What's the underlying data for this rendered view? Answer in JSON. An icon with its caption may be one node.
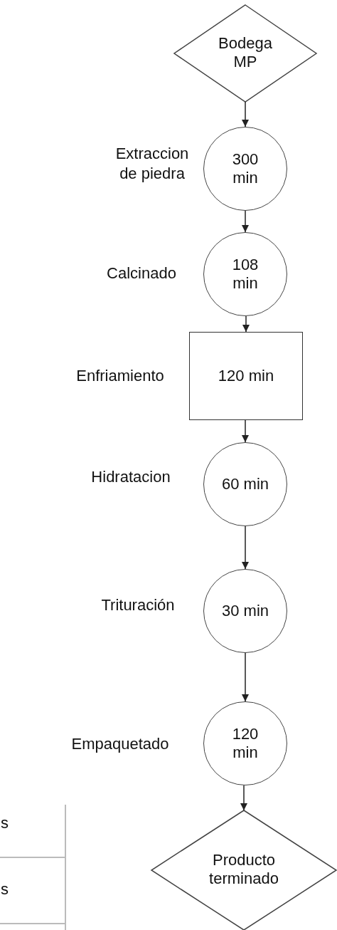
{
  "diagram": {
    "nodes": [
      {
        "text": [
          "Bodega MP"
        ]
      },
      {
        "text": [
          "300 min"
        ],
        "beside": [
          "Extraccion de piedra"
        ]
      },
      {
        "text": [
          "108 min"
        ],
        "beside": [
          "Calcinado"
        ]
      },
      {
        "text": [
          "120 min"
        ],
        "beside": [
          "Enfriamiento"
        ]
      },
      {
        "text": [
          "60 min"
        ],
        "beside": [
          "Hidratacion"
        ]
      },
      {
        "text": [
          "30 min"
        ],
        "beside": [
          "Trituración"
        ]
      },
      {
        "text": [
          "120 min"
        ],
        "beside": [
          "Empaquetado"
        ]
      },
      {
        "text": [
          "Producto terminado"
        ]
      }
    ],
    "edges": [
      {
        "from": 0,
        "to": 1,
        "arrow": "to"
      },
      {
        "from": 1,
        "to": 2,
        "arrow": "to"
      },
      {
        "from": 2,
        "to": 3,
        "arrow": "to"
      },
      {
        "from": 3,
        "to": 4,
        "arrow": "to"
      },
      {
        "from": 4,
        "to": 5,
        "arrow": "to"
      },
      {
        "from": 5,
        "to": 6,
        "arrow": "to"
      },
      {
        "from": 6,
        "to": 7,
        "arrow": "to"
      }
    ],
    "labels": [
      "s",
      "s"
    ]
  }
}
